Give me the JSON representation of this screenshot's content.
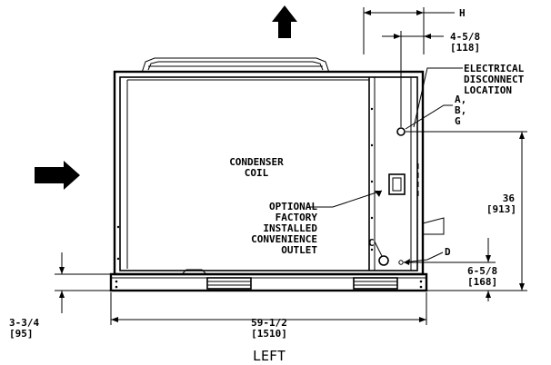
{
  "labels": {
    "condenser_line1": "CONDENSER",
    "condenser_line2": "COIL",
    "optional_line1": "OPTIONAL",
    "optional_line2": "FACTORY",
    "optional_line3": "INSTALLED",
    "optional_line4": "CONVENIENCE",
    "optional_line5": "OUTLET",
    "electrical_line1": "ELECTRICAL",
    "electrical_line2": "DISCONNECT",
    "electrical_line3": "LOCATION",
    "abg_a": "A,",
    "abg_b": "B,",
    "abg_g": "G",
    "callout_c": "C",
    "callout_d": "D",
    "dim_h": "H",
    "dim_4_5_8": "4-5/8",
    "dim_118": "[118]",
    "dim_36": "36",
    "dim_913": "[913]",
    "dim_6_5_8": "6-5/8",
    "dim_168": "[168]",
    "dim_3_3_4": "3-3/4",
    "dim_95": "[95]",
    "dim_59_1_2": "59-1/2",
    "dim_1510": "[1510]",
    "view_title": "LEFT"
  }
}
